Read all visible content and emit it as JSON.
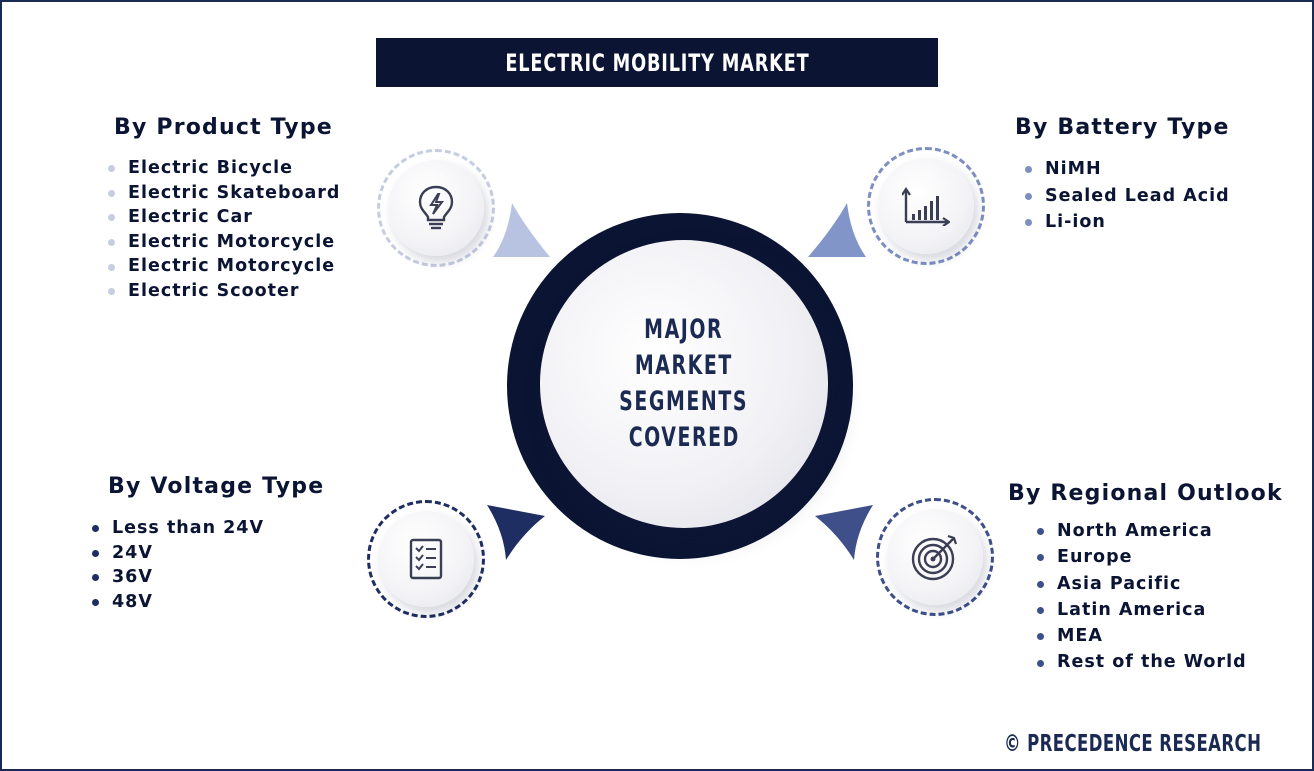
{
  "title": "ELECTRIC MOBILITY MARKET",
  "center": {
    "lines": [
      "MAJOR",
      "MARKET",
      "SEGMENTS",
      "COVERED"
    ]
  },
  "segments": {
    "product": {
      "heading": "By Product Type",
      "items": [
        "Electric Bicycle",
        "Electric Skateboard",
        "Electric Car",
        "Electric Motorcycle",
        "Electric Motorcycle",
        "Electric Scooter"
      ],
      "icon": "lightbulb-icon",
      "color": "#c7cde0"
    },
    "battery": {
      "heading": "By Battery Type",
      "items": [
        "NiMH",
        "Sealed Lead Acid",
        "Li-ion"
      ],
      "icon": "bar-chart-icon",
      "color": "#7d8fc2"
    },
    "voltage": {
      "heading": "By Voltage Type",
      "items": [
        "Less than 24V",
        "24V",
        "36V",
        "48V"
      ],
      "icon": "checklist-icon",
      "color": "#1f2e62"
    },
    "region": {
      "heading": "By Regional Outlook",
      "items": [
        "North America",
        "Europe",
        "Asia Pacific",
        "Latin America",
        "MEA",
        "Rest of the World"
      ],
      "icon": "target-icon",
      "color": "#3e4f89"
    }
  },
  "brand": "© PRECEDENCE RESEARCH"
}
